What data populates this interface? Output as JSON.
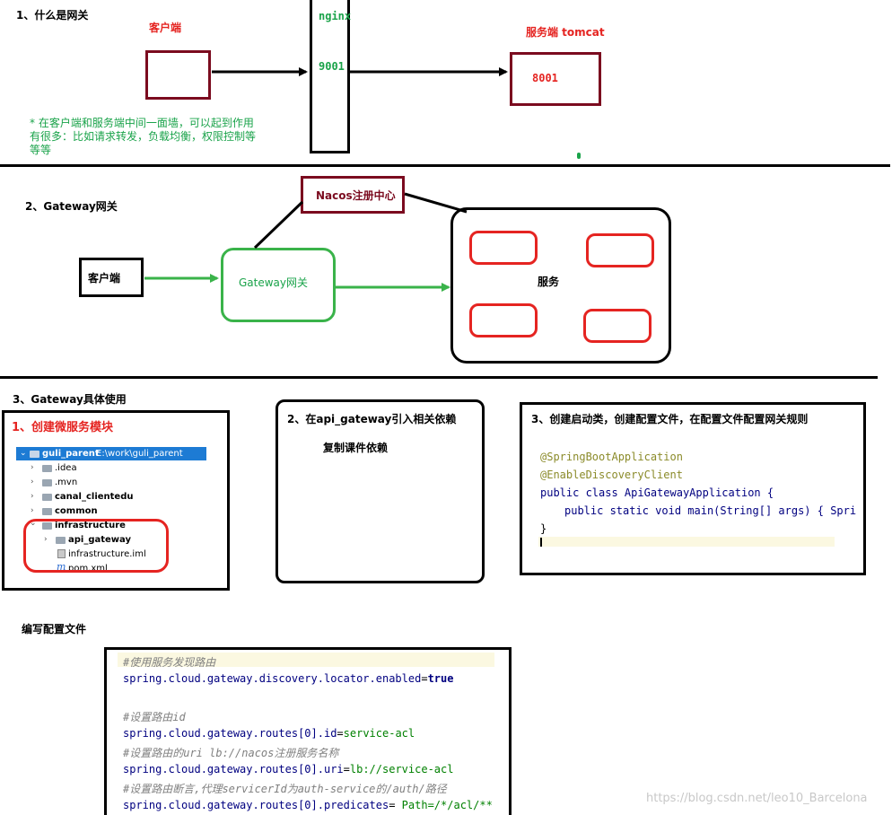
{
  "section1": {
    "title": "1、什么是网关",
    "client_label": "客户端",
    "nginx_label": "nginx",
    "nginx_port": "9001",
    "server_label": "服务端 tomcat",
    "server_port": "8001",
    "note": [
      "* 在客户端和服务端中间一面墙，可以起到作用",
      "有很多：比如请求转发，负载均衡，权限控制等",
      "等等"
    ]
  },
  "section2": {
    "title": "2、Gateway网关",
    "nacos_label": "Nacos注册中心",
    "client_label": "客户端",
    "gateway_label": "Gateway网关",
    "services_label": "服务"
  },
  "section3": {
    "title": "3、Gateway具体使用",
    "step1": {
      "title": "1、创建微服务模块",
      "tree": [
        {
          "name": "guli_parent",
          "path": "E:\\work\\guli_parent"
        },
        {
          "name": ".idea"
        },
        {
          "name": ".mvn"
        },
        {
          "name": "canal_clientedu"
        },
        {
          "name": "common"
        },
        {
          "name": "infrastructure"
        },
        {
          "name": "api_gateway"
        },
        {
          "name": "infrastructure.iml"
        },
        {
          "name": "pom.xml"
        }
      ]
    },
    "step2": {
      "title": "2、在api_gateway引入相关依赖",
      "subtitle": "复制课件依赖"
    },
    "step3": {
      "title": "3、创建启动类，创建配置文件，在配置文件配置网关规则",
      "code": {
        "annotation1": "@SpringBootApplication",
        "annotation2": "@EnableDiscoveryClient",
        "line3": "public class ApiGatewayApplication {",
        "line4": "public static void main(String[] args) { Spri",
        "line5": "}"
      }
    }
  },
  "config": {
    "title": "编写配置文件",
    "lines": [
      {
        "comment": "#使用服务发现路由"
      },
      {
        "key": "spring.cloud.gateway.discovery.locator.enabled",
        "value": "true"
      },
      {
        "comment": "#设置路由id"
      },
      {
        "key": "spring.cloud.gateway.routes[0].id",
        "value": "service-acl"
      },
      {
        "comment": "#设置路由的uri   lb://nacos注册服务名称"
      },
      {
        "key": "spring.cloud.gateway.routes[0].uri",
        "value": "lb://service-acl"
      },
      {
        "comment": "#设置路由断言,代理servicerId为auth-service的/auth/路径"
      },
      {
        "key": "spring.cloud.gateway.routes[0].predicates",
        "value": " Path=/*/acl/**"
      }
    ]
  },
  "watermark": "https://blog.csdn.net/leo10_Barcelona",
  "colors": {
    "dark_red": "#7b0b1f",
    "red": "#e52421",
    "green": "#3ab34a",
    "text_green": "#1aa34a"
  }
}
